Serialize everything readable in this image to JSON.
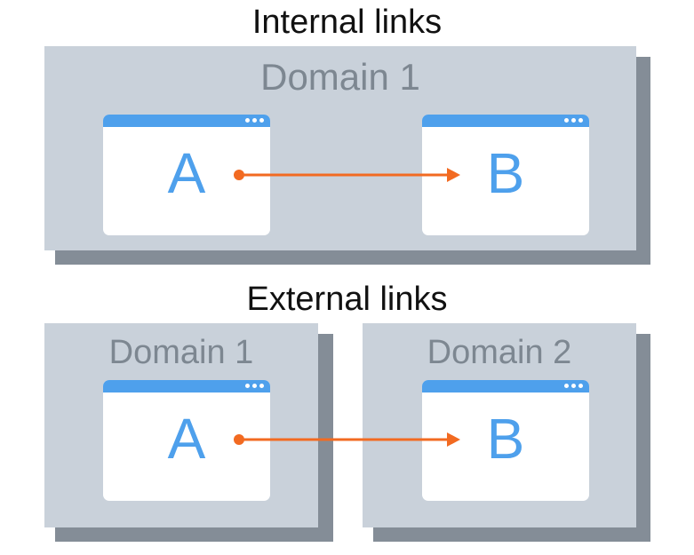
{
  "internal": {
    "title": "Internal links",
    "domain_label": "Domain 1",
    "source_page": "A",
    "target_page": "B"
  },
  "external": {
    "title": "External links",
    "domain_left_label": "Domain 1",
    "domain_right_label": "Domain 2",
    "source_page": "A",
    "target_page": "B"
  },
  "colors": {
    "domain_fill": "#c9d1da",
    "domain_shadow": "#848d97",
    "domain_label": "#7d8791",
    "window_bar": "#4ea0ec",
    "page_letter": "#4ea0ec",
    "link_arrow": "#f26a21"
  },
  "icons": {
    "window_menu": "three-dots-icon"
  }
}
